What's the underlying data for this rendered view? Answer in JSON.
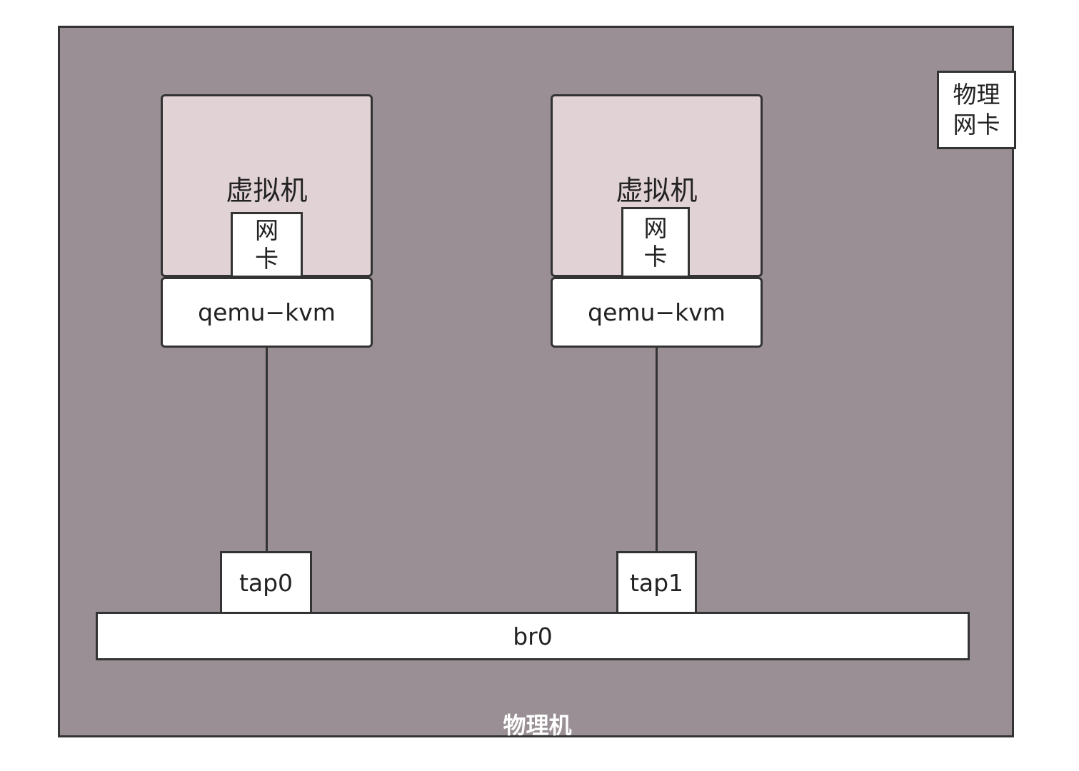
{
  "host": {
    "label": "物理机"
  },
  "physical_nic": {
    "label": "物理网卡"
  },
  "vms": [
    {
      "label": "虚拟机",
      "nic_label": "网卡",
      "process_label": "qemu−kvm"
    },
    {
      "label": "虚拟机",
      "nic_label": "网卡",
      "process_label": "qemu−kvm"
    }
  ],
  "taps": [
    {
      "label": "tap0"
    },
    {
      "label": "tap1"
    }
  ],
  "bridge": {
    "label": "br0"
  },
  "colors": {
    "host_fill": "#998f94",
    "vm_fill": "#e1d2d6",
    "box_fill": "#ffffff",
    "stroke": "#333333"
  }
}
